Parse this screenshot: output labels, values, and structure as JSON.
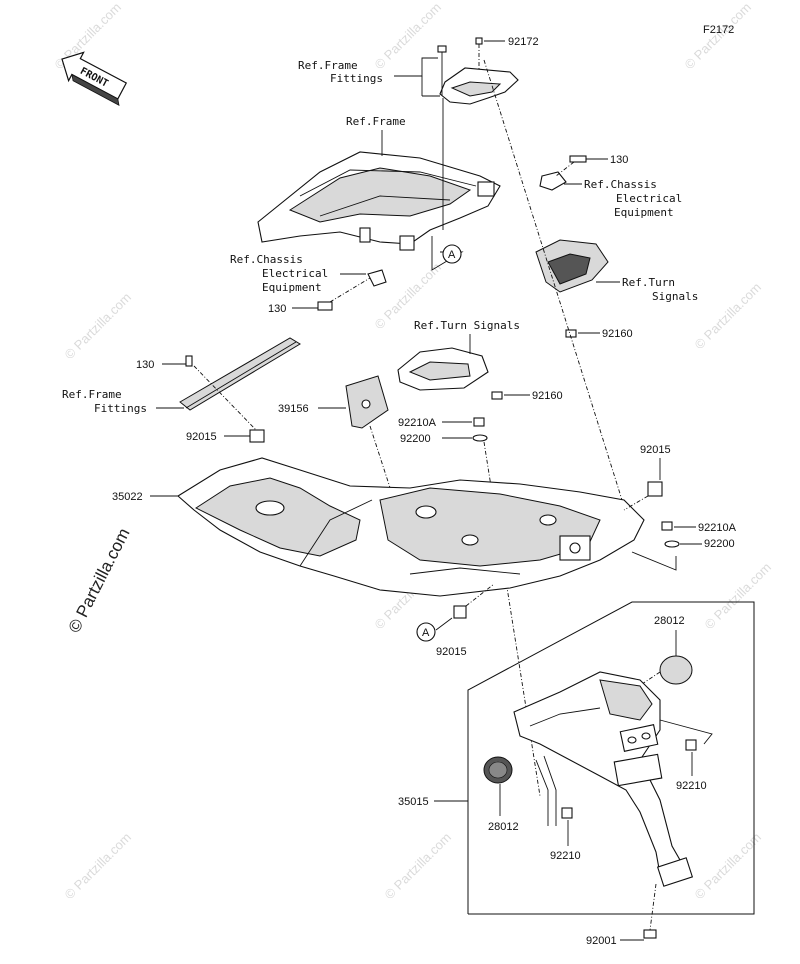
{
  "diagram_code": "F2172",
  "front_arrow": "FRONT",
  "watermark": "© Partzilla.com",
  "callout_letter": "A",
  "labels": {
    "ref_frame_fittings_top_1": "Ref.Frame",
    "ref_frame_fittings_top_2": "Fittings",
    "ref_frame": "Ref.Frame",
    "ref_chassis_right_1": "Ref.Chassis",
    "ref_chassis_right_2": "Electrical",
    "ref_chassis_right_3": "Equipment",
    "ref_chassis_left_1": "Ref.Chassis",
    "ref_chassis_left_2": "Electrical",
    "ref_chassis_left_3": "Equipment",
    "ref_turn_signals_right_1": "Ref.Turn",
    "ref_turn_signals_right_2": "Signals",
    "ref_turn_signals_center": "Ref.Turn Signals",
    "ref_frame_fittings_left_1": "Ref.Frame",
    "ref_frame_fittings_left_2": "Fittings"
  },
  "part_numbers": {
    "p92172": "92172",
    "p130_top": "130",
    "p130_left": "130",
    "p130_mid": "130",
    "p92160_a": "92160",
    "p92160_b": "92160",
    "p39156": "39156",
    "p92210A_a": "92210A",
    "p92200_a": "92200",
    "p92015_a": "92015",
    "p92015_b": "92015",
    "p35022": "35022",
    "p92210A_b": "92210A",
    "p92200_b": "92200",
    "p92015_c": "92015",
    "p28012_a": "28012",
    "p28012_b": "28012",
    "p35015": "35015",
    "p92210_a": "92210",
    "p92210_b": "92210",
    "p92001": "92001"
  }
}
